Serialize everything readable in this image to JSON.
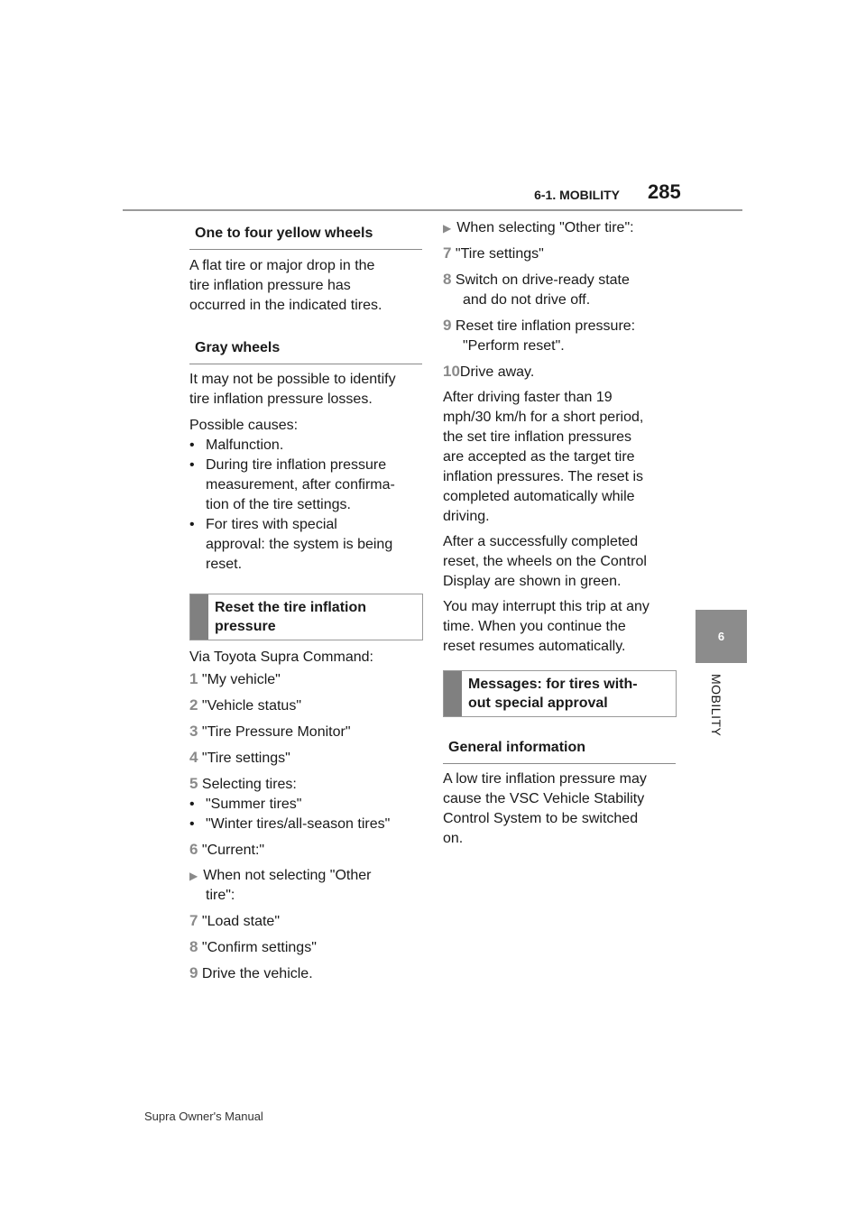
{
  "header": {
    "section": "6-1. MOBILITY",
    "page_number": "285"
  },
  "side_tab": {
    "number": "6",
    "label": "MOBILITY"
  },
  "left": {
    "h1": "One to four yellow wheels",
    "p1": [
      "A flat tire or major drop in the",
      "tire inflation pressure has",
      "occurred in the indicated tires."
    ],
    "h2": "Gray wheels",
    "p2": [
      "It may not be possible to identify",
      "tire inflation pressure losses."
    ],
    "p3": "Possible causes:",
    "causes": [
      [
        "Malfunction."
      ],
      [
        "During tire inflation pressure",
        "measurement, after confirma-",
        "tion of the tire settings."
      ],
      [
        "For tires with special",
        "approval: the system is being",
        "reset."
      ]
    ],
    "box1": [
      "Reset the tire inflation",
      "pressure"
    ],
    "via": "Via Toyota Supra Command:",
    "steps": [
      {
        "n": "1",
        "t": "\"My vehicle\""
      },
      {
        "n": "2",
        "t": "\"Vehicle status\""
      },
      {
        "n": "3",
        "t": "\"Tire Pressure Monitor\""
      },
      {
        "n": "4",
        "t": "\"Tire settings\""
      },
      {
        "n": "5",
        "t": "Selecting tires:"
      }
    ],
    "tire_options": [
      "\"Summer tires\"",
      "\"Winter tires/all-season tires\""
    ],
    "step6": {
      "n": "6",
      "t": "\"Current:\""
    },
    "cond1": [
      "When not selecting \"Other",
      "tire\":"
    ],
    "steps2": [
      {
        "n": "7",
        "t": "\"Load state\""
      },
      {
        "n": "8",
        "t": "\"Confirm settings\""
      },
      {
        "n": "9",
        "t": "Drive the vehicle."
      }
    ]
  },
  "right": {
    "cond2": "When selecting \"Other tire\":",
    "steps": [
      {
        "n": "7",
        "l1": "\"Tire settings\"",
        "l2": ""
      },
      {
        "n": "8",
        "l1": "Switch on drive-ready state",
        "l2": "and do not drive off."
      },
      {
        "n": "9",
        "l1": "Reset tire inflation pressure:",
        "l2": "\"Perform reset\"."
      }
    ],
    "step10": {
      "n": "10",
      "t": "Drive away."
    },
    "p1": [
      "After driving faster than 19",
      "mph/30 km/h for a short period,",
      "the set tire inflation pressures",
      "are accepted as the target tire",
      "inflation pressures. The reset is",
      "completed automatically while",
      "driving."
    ],
    "p2": [
      "After a successfully completed",
      "reset, the wheels on the Control",
      "Display are shown in green."
    ],
    "p3": [
      "You may interrupt this trip at any",
      "time. When you continue the",
      "reset resumes automatically."
    ],
    "box2": [
      "Messages: for tires with-",
      "out special approval"
    ],
    "h3": "General information",
    "p4": [
      "A low tire inflation pressure may",
      "cause the VSC Vehicle Stability",
      "Control System to be switched",
      "on."
    ]
  },
  "footer": "Supra Owner's Manual"
}
